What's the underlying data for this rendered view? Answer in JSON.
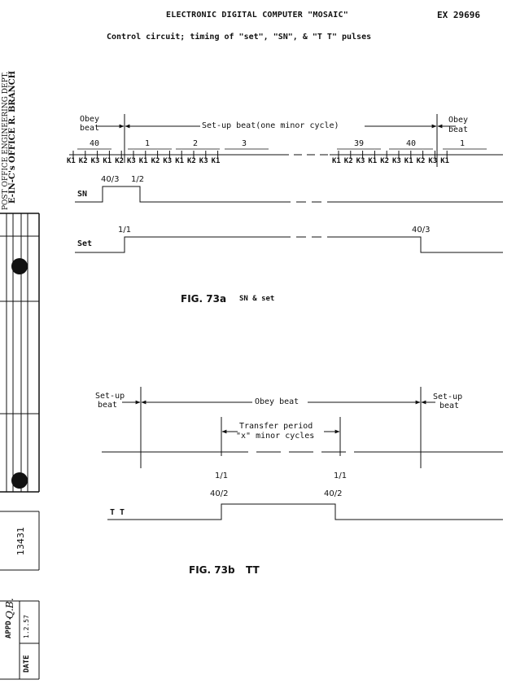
{
  "header": {
    "title": "ELECTRONIC DIGITAL COMPUTER \"MOSAIC\"",
    "doc_number": "EX 29696",
    "subtitle": "Control circuit;  timing of \"set\", \"SN\", & \"T T\" pulses"
  },
  "margin": {
    "dept_line1": "POST OFFICE ENGINEERING DEPT.",
    "dept_line2": "E-IN-C's OFFICE  R. BRANCH",
    "sheet_number": "13431",
    "appd_label": "APPD.",
    "appd_value": "Q.B.",
    "date_label": "DATE",
    "date_value": "1.2.57"
  },
  "fig_a": {
    "obey_beat_left": [
      "Obey",
      "beat"
    ],
    "setup_label": "Set-up beat(one minor cycle)",
    "obey_beat_right": [
      "Obey",
      "beat"
    ],
    "cycle_numbers": [
      "40",
      "1",
      "2",
      "3",
      "39",
      "40",
      "1"
    ],
    "k_labels_left": [
      "K1",
      "K2",
      "K3",
      "K1",
      "K2",
      "K3",
      "K1",
      "K2",
      "K3",
      "K1",
      "K2",
      "K3",
      "K1"
    ],
    "k_labels_right": [
      "K1",
      "K2",
      "K3",
      "K1",
      "K2",
      "K3",
      "K1",
      "K2",
      "K3",
      "K1"
    ],
    "sn_label": "SN",
    "sn_start": "40/3",
    "sn_end": "1/2",
    "set_label": "Set",
    "set_start": "1/1",
    "set_end": "40/3",
    "caption": "FIG. 73a",
    "caption_sub": "SN & set"
  },
  "fig_b": {
    "setup_left": [
      "Set-up",
      "beat"
    ],
    "obey_label": "Obey beat",
    "setup_right": [
      "Set-up",
      "beat"
    ],
    "transfer_line1": "Transfer period",
    "transfer_line2": "\"x\" minor cycles",
    "mark_left": "1/1",
    "mark_right": "1/1",
    "tt_start": "40/2",
    "tt_end": "40/2",
    "tt_label": "T T",
    "caption": "FIG. 73b",
    "caption_sub": "TT"
  }
}
